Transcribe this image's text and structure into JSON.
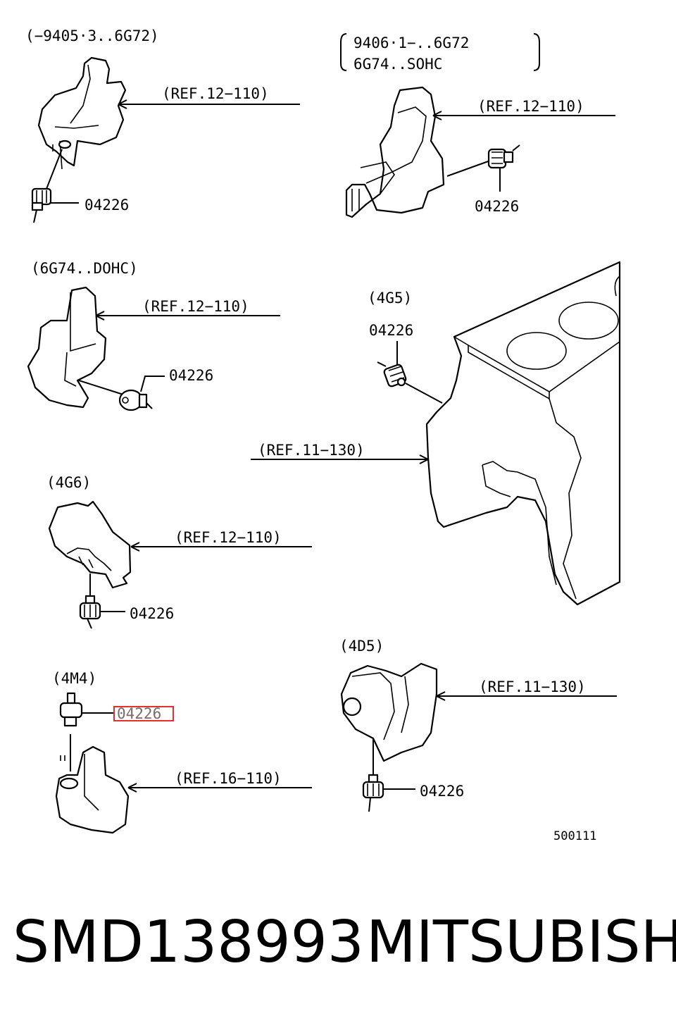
{
  "labels": {
    "s1_note": "(−9405·3..6G72)",
    "s1_ref": "(REF.12−110)",
    "s1_part": "04226",
    "s2_note_l1": "9406·1−..6G72",
    "s2_note_l2": "6G74..SOHC",
    "s2_ref": "(REF.12−110)",
    "s2_part": "04226",
    "s3_note": "(6G74..DOHC)",
    "s3_ref": "(REF.12−110)",
    "s3_part": "04226",
    "s4_note": "(4G5)",
    "s4_part": "04226",
    "s4_ref": "(REF.11−130)",
    "s5_note": "(4G6)",
    "s5_ref": "(REF.12−110)",
    "s5_part": "04226",
    "s6_note": "(4M4)",
    "s6_part": "04226",
    "s6_ref": "(REF.16−110)",
    "s7_note": "(4D5)",
    "s7_ref": "(REF.11−130)",
    "s7_part": "04226",
    "drawing_no": "500111"
  },
  "footer": {
    "part_number": "SMD138993",
    "brand": "MITSUBISHI"
  },
  "colors": {
    "highlight_box": "#e03030",
    "highlight_text": "#7a6a6a"
  }
}
